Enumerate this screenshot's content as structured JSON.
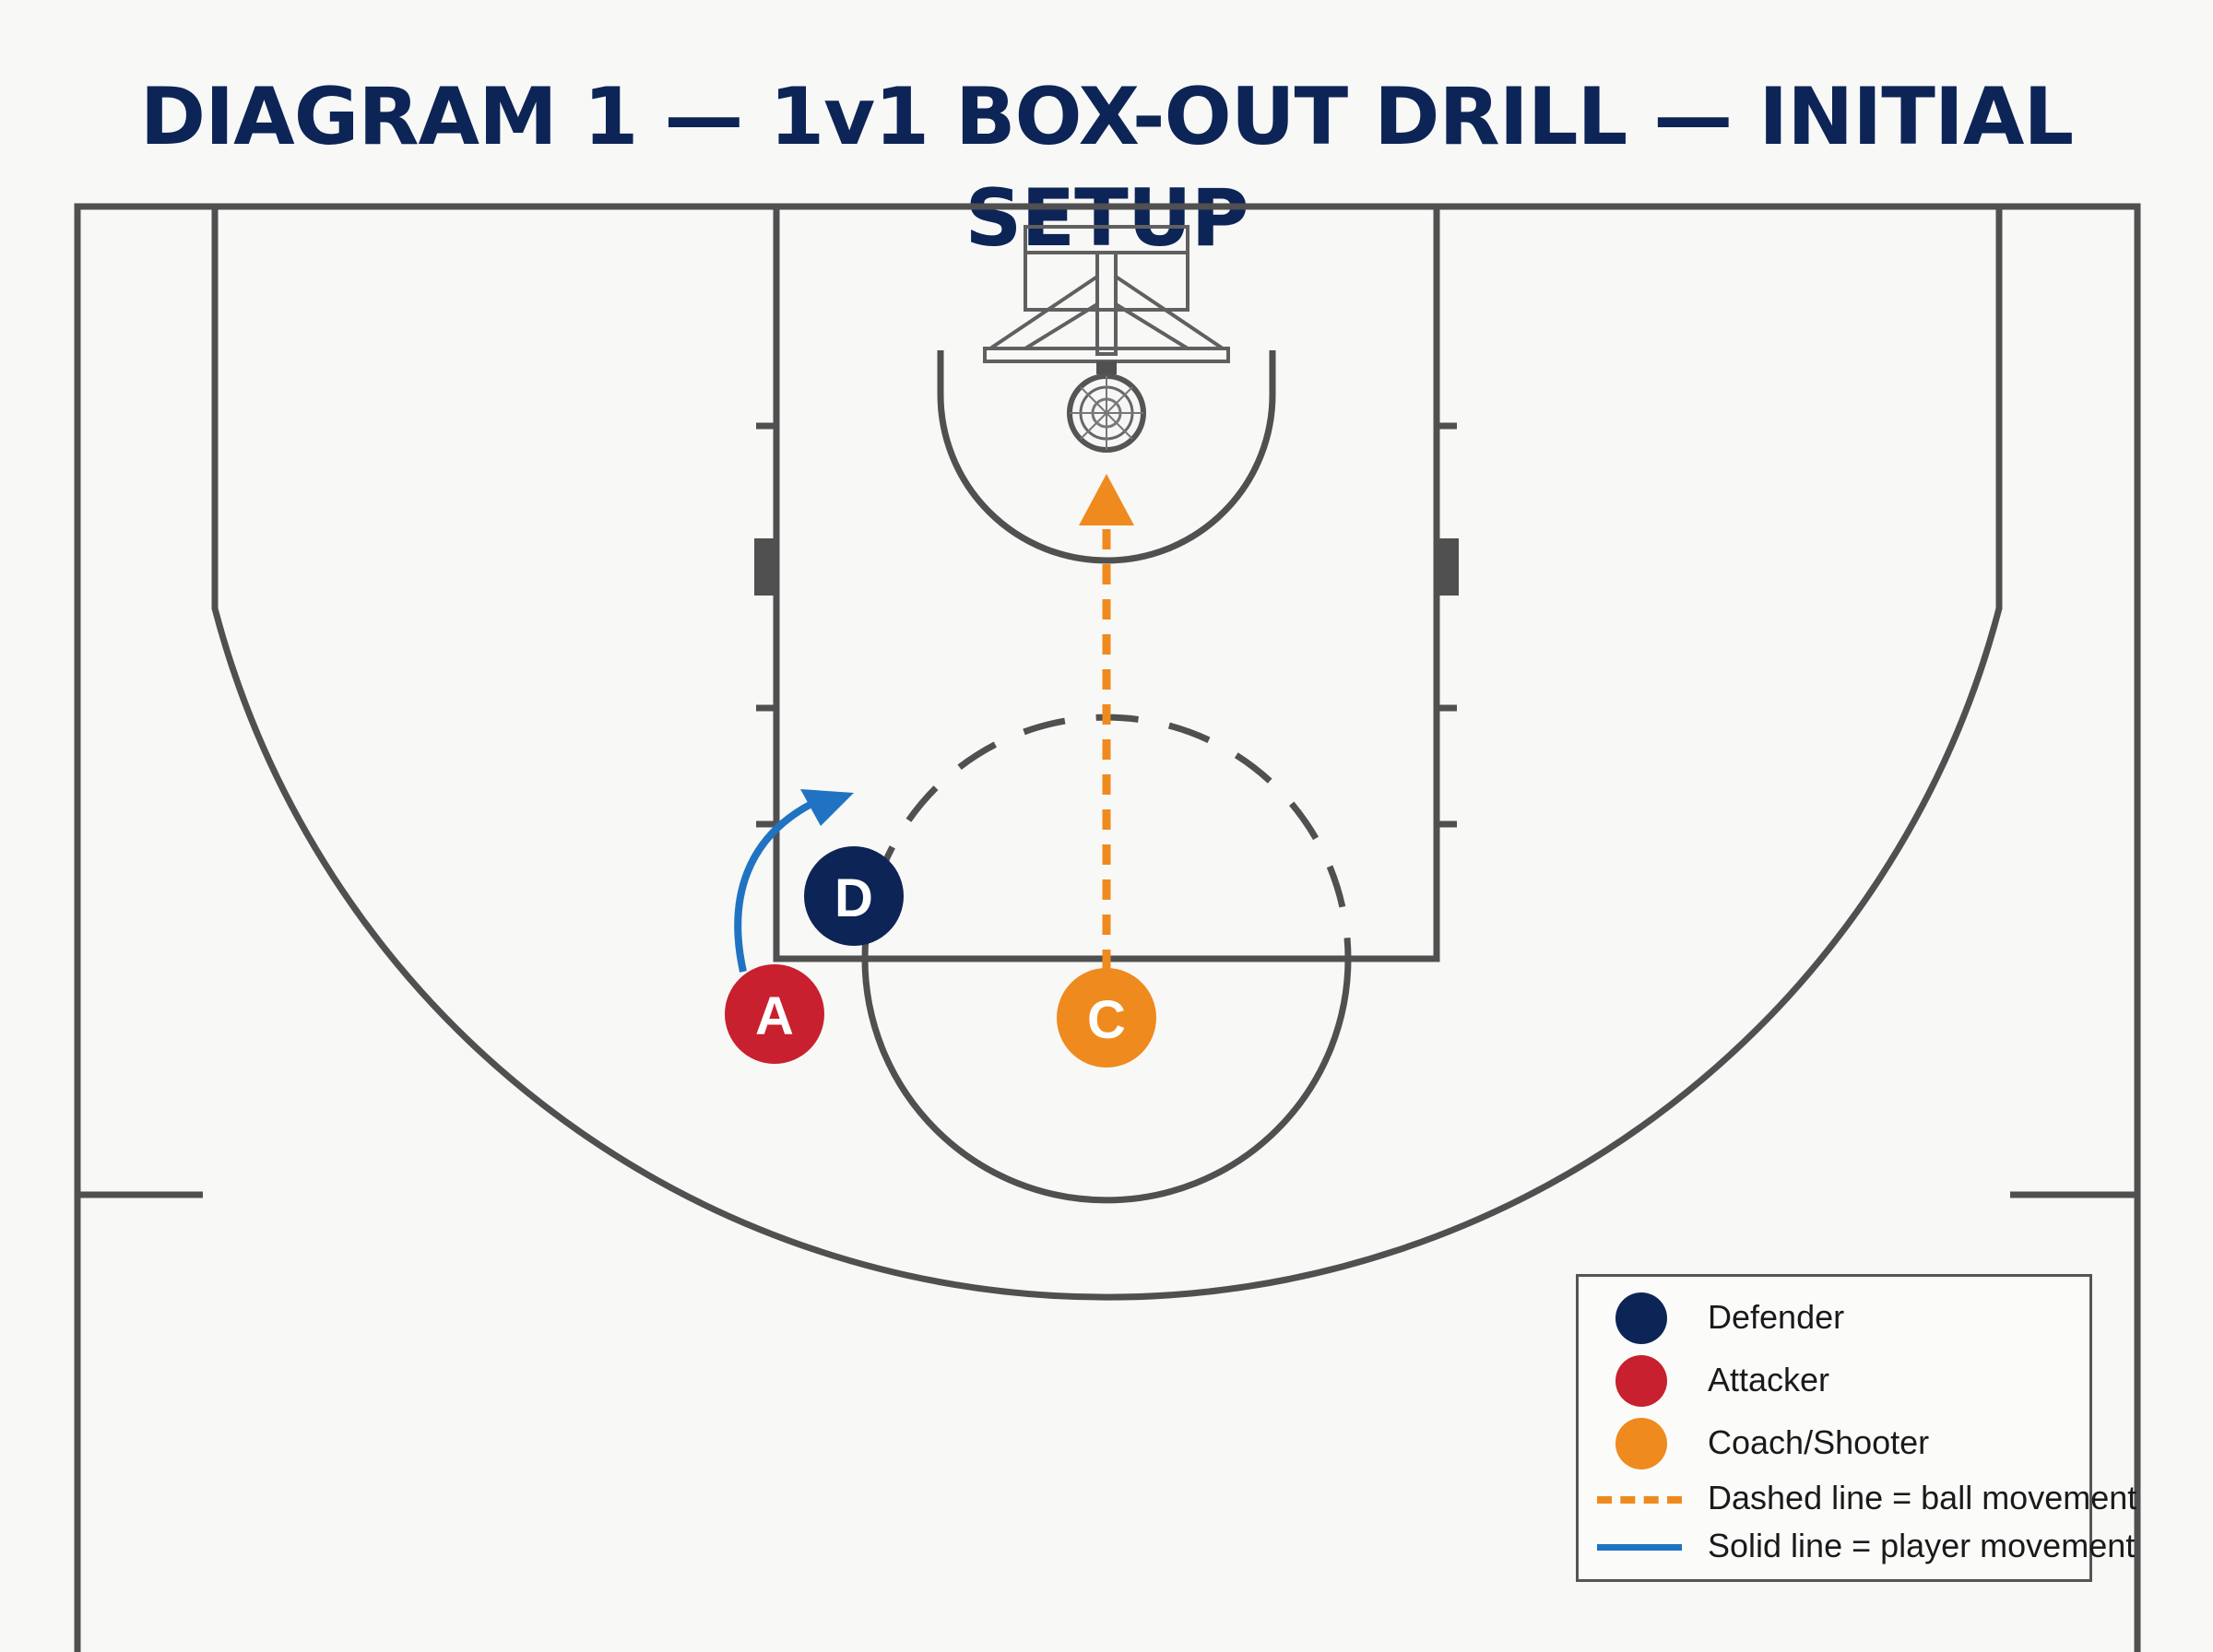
{
  "title": "DIAGRAM 1 — 1v1 BOX-OUT DRILL — INITIAL SETUP",
  "players": {
    "defender": {
      "label": "D",
      "color": "#0d2457"
    },
    "attacker": {
      "label": "A",
      "color": "#c8202e"
    },
    "coach": {
      "label": "C",
      "color": "#ef8a1f"
    }
  },
  "movement": {
    "ball_color": "#ef8a1f",
    "player_color": "#2073c2"
  },
  "legend": {
    "defender": "Defender",
    "attacker": "Attacker",
    "coach": "Coach/Shooter",
    "dashed": "Dashed line = ball movement",
    "solid": "Solid line = player movement"
  }
}
